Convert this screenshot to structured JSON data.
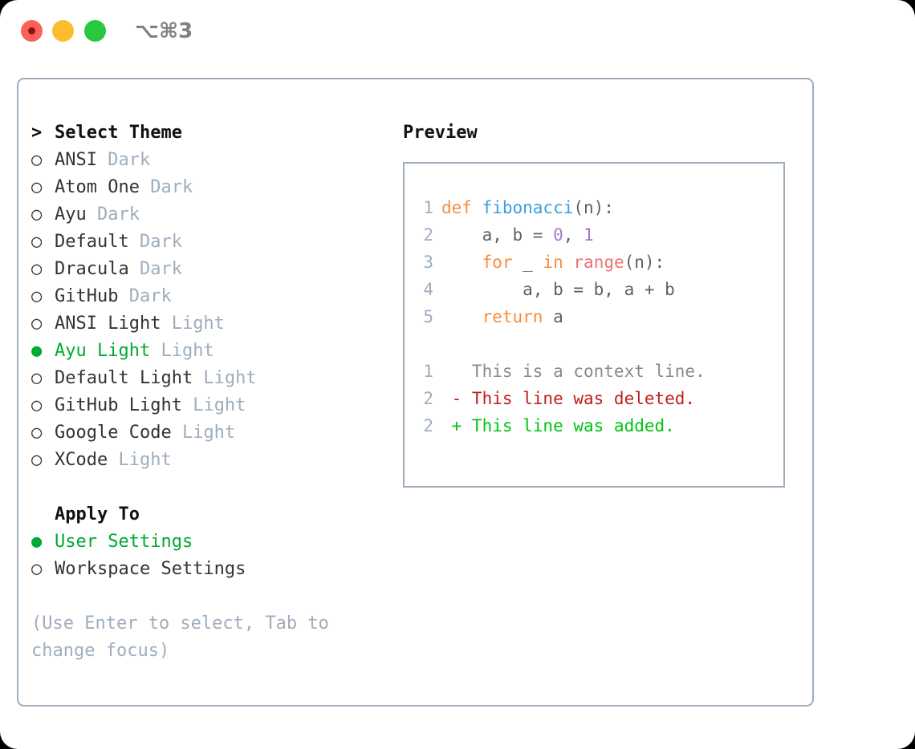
{
  "titlebar": {
    "traffic_lights": [
      "close",
      "minimize",
      "maximize"
    ],
    "shortcut": "⌥⌘3",
    "colors": {
      "close": "#fa6159",
      "minimize": "#fbbd2e",
      "maximize": "#28c93f"
    }
  },
  "theme_section": {
    "prompt": ">",
    "heading": "Select Theme",
    "items": [
      {
        "marker": "○",
        "label": "ANSI",
        "variant": "Dark",
        "selected": false
      },
      {
        "marker": "○",
        "label": "Atom One",
        "variant": "Dark",
        "selected": false
      },
      {
        "marker": "○",
        "label": "Ayu",
        "variant": "Dark",
        "selected": false
      },
      {
        "marker": "○",
        "label": "Default",
        "variant": "Dark",
        "selected": false
      },
      {
        "marker": "○",
        "label": "Dracula",
        "variant": "Dark",
        "selected": false
      },
      {
        "marker": "○",
        "label": "GitHub",
        "variant": "Dark",
        "selected": false
      },
      {
        "marker": "○",
        "label": "ANSI Light",
        "variant": "Light",
        "selected": false
      },
      {
        "marker": "●",
        "label": "Ayu Light",
        "variant": "Light",
        "selected": true
      },
      {
        "marker": "○",
        "label": "Default Light",
        "variant": "Light",
        "selected": false
      },
      {
        "marker": "○",
        "label": "GitHub Light",
        "variant": "Light",
        "selected": false
      },
      {
        "marker": "○",
        "label": "Google Code",
        "variant": "Light",
        "selected": false
      },
      {
        "marker": "○",
        "label": "XCode",
        "variant": "Light",
        "selected": false
      }
    ]
  },
  "apply_section": {
    "heading": "Apply To",
    "items": [
      {
        "marker": "●",
        "label": "User Settings",
        "selected": true
      },
      {
        "marker": "○",
        "label": "Workspace Settings",
        "selected": false
      }
    ]
  },
  "hint": "(Use Enter to select, Tab to change focus)",
  "preview": {
    "title": "Preview",
    "code_lines": [
      {
        "no": "1",
        "tokens": [
          {
            "t": "def ",
            "c": "tok-kw"
          },
          {
            "t": "fibonacci",
            "c": "tok-fn"
          },
          {
            "t": "(n):",
            "c": "tok-pl"
          }
        ]
      },
      {
        "no": "2",
        "tokens": [
          {
            "t": "    a, b = ",
            "c": "tok-pl"
          },
          {
            "t": "0",
            "c": "tok-num"
          },
          {
            "t": ", ",
            "c": "tok-pl"
          },
          {
            "t": "1",
            "c": "tok-num"
          }
        ]
      },
      {
        "no": "3",
        "tokens": [
          {
            "t": "    ",
            "c": "tok-pl"
          },
          {
            "t": "for",
            "c": "tok-kw"
          },
          {
            "t": " _ ",
            "c": "tok-pl"
          },
          {
            "t": "in",
            "c": "tok-kw"
          },
          {
            "t": " ",
            "c": "tok-pl"
          },
          {
            "t": "range",
            "c": "tok-bi"
          },
          {
            "t": "(n):",
            "c": "tok-pl"
          }
        ]
      },
      {
        "no": "4",
        "tokens": [
          {
            "t": "        a, b = b, a + b",
            "c": "tok-pl"
          }
        ]
      },
      {
        "no": "5",
        "tokens": [
          {
            "t": "    ",
            "c": "tok-pl"
          },
          {
            "t": "return",
            "c": "tok-kw"
          },
          {
            "t": " a",
            "c": "tok-pl"
          }
        ]
      },
      {
        "no": "",
        "tokens": []
      },
      {
        "no": "1",
        "tokens": [
          {
            "t": "   This is a context line.",
            "c": "diff-ctx"
          }
        ]
      },
      {
        "no": "2",
        "tokens": [
          {
            "t": " - This line was deleted.",
            "c": "diff-del"
          }
        ]
      },
      {
        "no": "2",
        "tokens": [
          {
            "t": " + This line was added.",
            "c": "diff-add"
          }
        ]
      }
    ],
    "syntax_colors": {
      "keyword": "#fa8d3e",
      "function": "#399ee6",
      "number": "#a37acc",
      "builtin": "#f07171",
      "plain": "#5c6166",
      "linenumber": "#9fadbd",
      "diff_context": "#8a8a8a",
      "diff_deleted": "#c0201a",
      "diff_added": "#00c413"
    }
  },
  "accent": {
    "selected_green": "#00aa33",
    "border_gray": "#9fadbd",
    "muted": "#9fadbd"
  }
}
